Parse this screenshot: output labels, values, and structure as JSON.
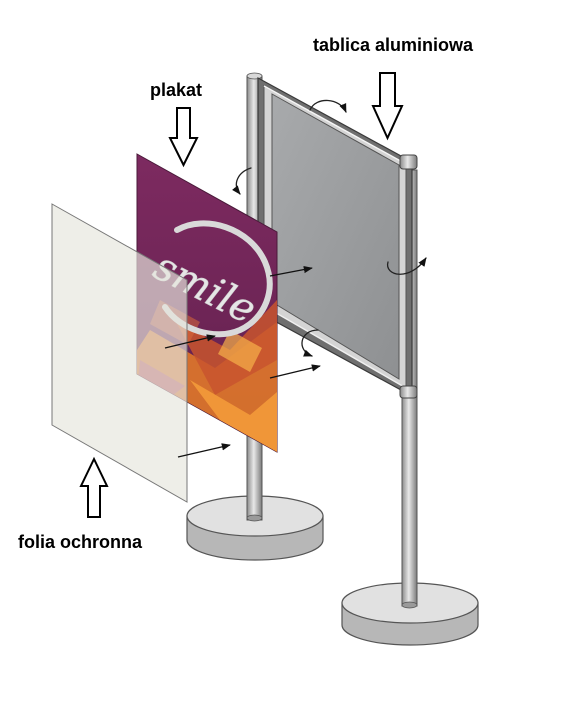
{
  "labels": {
    "aluminium_board": "tablica aluminiowa",
    "poster": "plakat",
    "protective_film": "folia ochronna"
  },
  "poster": {
    "text": "smile"
  },
  "colors": {
    "poster_purple": "#7b2a5e",
    "poster_orange": "#e0782a",
    "panel_gray": "#9a9c9e",
    "film": "#e6e6dd",
    "metal": "#c8c8c8"
  }
}
